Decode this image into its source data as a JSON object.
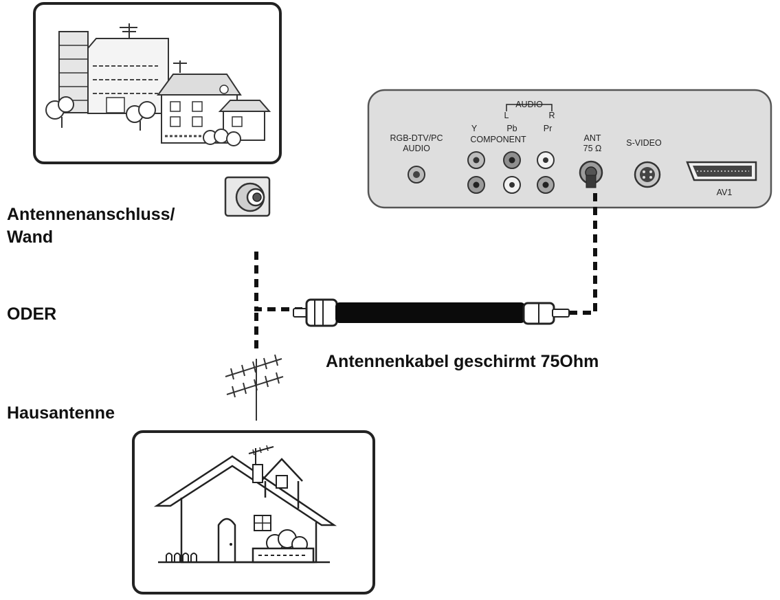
{
  "labels": {
    "wall_socket_line1": "Antennenanschluss/",
    "wall_socket_line2": "Wand",
    "or": "ODER",
    "roof_antenna": "Hausantenne",
    "cable": "Antennenkabel geschirmt 75Ohm"
  },
  "panel": {
    "audio_group": "AUDIO",
    "audio_l": "L",
    "audio_r": "R",
    "rgb_line1": "RGB-DTV/PC",
    "rgb_line2": "AUDIO",
    "y": "Y",
    "pb": "Pb",
    "pr": "Pr",
    "component": "COMPONENT",
    "ant_line1": "ANT",
    "ant_line2": "75 Ω",
    "svideo": "S-VIDEO",
    "av1": "AV1"
  }
}
